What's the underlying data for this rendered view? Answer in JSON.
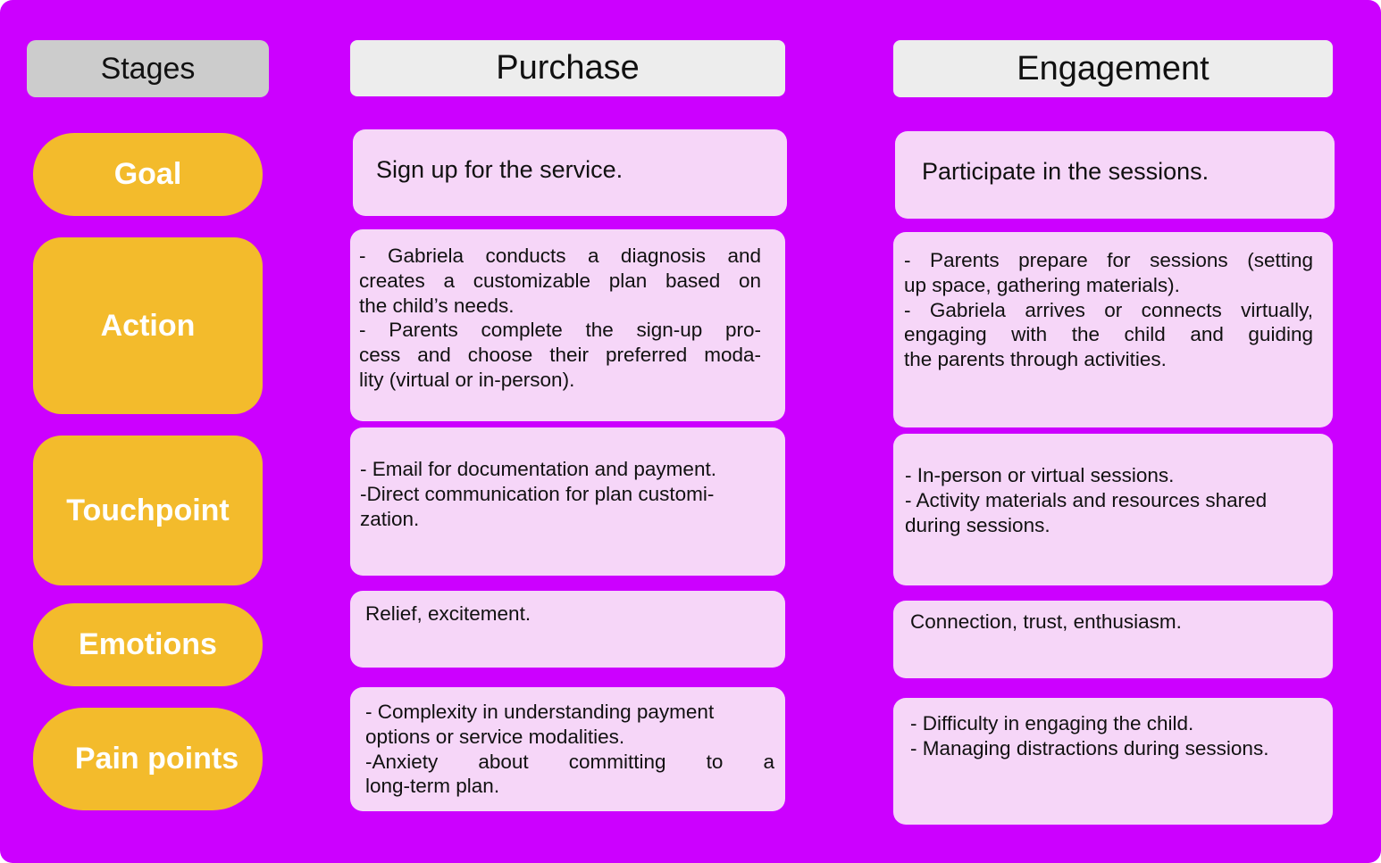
{
  "colors": {
    "background": "#cc00ff",
    "stage_pill": "#f3bb2c",
    "card": "#f6d6f8",
    "header": "#ededed",
    "stages_header": "#cccccc"
  },
  "headers": {
    "stages": "Stages",
    "purchase": "Purchase",
    "engagement": "Engagement"
  },
  "stages": {
    "goal": "Goal",
    "action": "Action",
    "touchpoint": "Touchpoint",
    "emotions": "Emotions",
    "pain_points": "Pain points"
  },
  "purchase": {
    "goal": "Sign up for the service.",
    "action": [
      "- Gabriela conducts a diagnosis and",
      "creates a customizable plan based on",
      "the child’s needs.",
      "- Parents complete the sign-up pro-",
      "cess and choose their preferred moda-",
      "lity (virtual or in-person)."
    ],
    "touchpoint": [
      "- Email for documentation and payment.",
      "-Direct communication for plan customi-",
      "zation."
    ],
    "emotions": "Relief, excitement.",
    "pain_points": [
      "- Complexity in understanding payment",
      "options or service modalities.",
      "-Anxiety about committing to a",
      "long-term plan."
    ]
  },
  "engagement": {
    "goal": "Participate in the sessions.",
    "action": [
      "- Parents prepare for sessions (setting",
      "up space, gathering materials).",
      "- Gabriela arrives or connects virtually,",
      "engaging with the child and guiding",
      "the parents through activities."
    ],
    "touchpoint": [
      "- In-person or virtual sessions.",
      "- Activity materials and resources shared",
      "during sessions."
    ],
    "emotions": "Connection, trust, enthusiasm.",
    "pain_points": [
      "- Difficulty in engaging the child.",
      "- Managing distractions during sessions."
    ]
  }
}
